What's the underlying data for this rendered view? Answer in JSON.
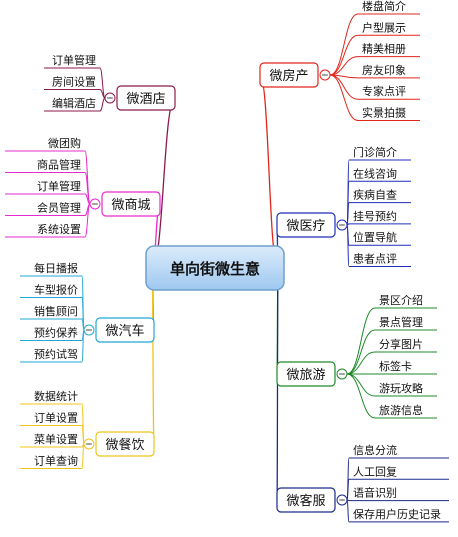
{
  "root": {
    "label": "单向街微生意"
  },
  "branches": [
    {
      "key": "hotel",
      "label": "微酒店",
      "color": "#8b1a4a",
      "items": [
        "订单管理",
        "房间设置",
        "编辑酒店"
      ]
    },
    {
      "key": "mall",
      "label": "微商城",
      "color": "#e62bd0",
      "items": [
        "微团购",
        "商品管理",
        "订单管理",
        "会员管理",
        "系统设置"
      ]
    },
    {
      "key": "car",
      "label": "微汽车",
      "color": "#22a8d8",
      "items": [
        "每日播报",
        "车型报价",
        "销售顾问",
        "预约保养",
        "预约试驾"
      ]
    },
    {
      "key": "food",
      "label": "微餐饮",
      "color": "#f0c419",
      "items": [
        "数据统计",
        "订单设置",
        "菜单设置",
        "订单查询"
      ]
    },
    {
      "key": "estate",
      "label": "微房产",
      "color": "#e0261b",
      "items": [
        "楼盘简介",
        "户型展示",
        "精美相册",
        "房友印象",
        "专家点评",
        "实景拍摄"
      ]
    },
    {
      "key": "medical",
      "label": "微医疗",
      "color": "#1f2fb8",
      "items": [
        "门诊简介",
        "在线咨询",
        "疾病自查",
        "挂号预约",
        "位置导航",
        "患者点评"
      ]
    },
    {
      "key": "travel",
      "label": "微旅游",
      "color": "#1f8a2a",
      "items": [
        "景区介绍",
        "景点管理",
        "分享图片",
        "标签卡",
        "游玩攻略",
        "旅游信息"
      ]
    },
    {
      "key": "service",
      "label": "微客服",
      "color": "#1a2a8a",
      "items": [
        "信息分流",
        "人工回复",
        "语音识别",
        "保存用户历史记录"
      ]
    }
  ]
}
